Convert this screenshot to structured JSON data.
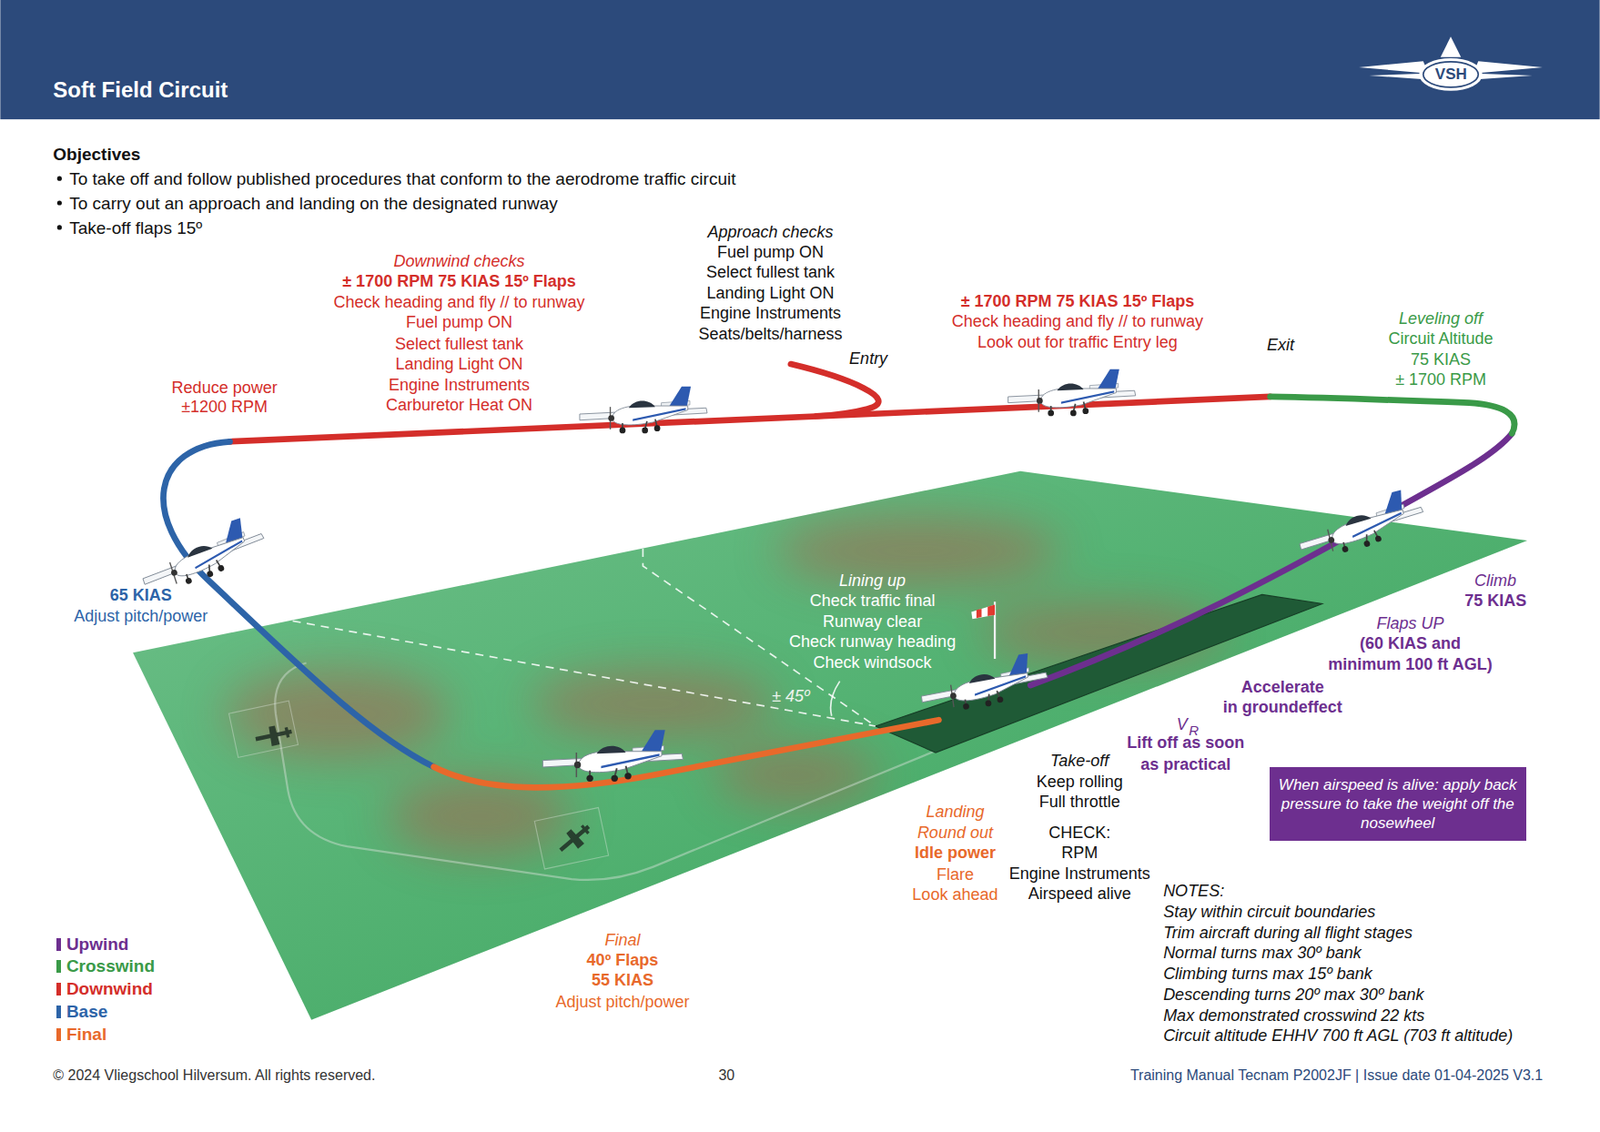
{
  "diagram": {
    "title": "Soft Field Circuit",
    "nodes": [
      {
        "text": [
          "When airspeed is alive: apply back pressure to take the weight off the nosewheel"
        ]
      }
    ],
    "labels": [
      "VSH",
      "Objectives",
      "To take off and follow published procedures that conform to the aerodrome traffic circuit",
      "To carry out an approach and landing on the designated runway",
      "Take-off flaps 15º",
      "Downwind checks",
      "± 1700 RPM 75 KIAS 15º Flaps",
      "Check heading and fly // to runway",
      "Fuel pump ON",
      "Select fullest tank",
      "Landing Light ON",
      "Engine Instruments",
      "Carburetor Heat ON",
      "Approach checks",
      "Fuel pump ON",
      "Select fullest tank",
      "Landing Light ON",
      "Engine Instruments",
      "Seats/belts/harness",
      "Entry",
      "± 1700 RPM 75 KIAS 15º Flaps",
      "Check heading and fly // to runway",
      "Look out for traffic Entry leg",
      "Exit",
      "Leveling off",
      "Circuit Altitude",
      "75 KIAS",
      "± 1700 RPM",
      "Reduce power",
      "±1200 RPM",
      "65 KIAS",
      "Adjust pitch/power",
      "Lining up",
      "Check traffic final",
      "Runway clear",
      "Check runway heading",
      "Check windsock",
      "± 45º",
      "Climb",
      "75 KIAS",
      "Flaps UP",
      "(60 KIAS and",
      "minimum 100 ft AGL)",
      "Accelerate",
      "in groundeffect",
      "V",
      "R",
      "Lift off as soon",
      "as practical",
      "Take-off",
      "Keep rolling",
      "Full throttle",
      "CHECK:",
      "RPM",
      "Engine Instruments",
      "Airspeed alive",
      "Landing",
      "Round out",
      "Idle power",
      "Flare",
      "Look ahead",
      "Final",
      "40º Flaps",
      "55 KIAS",
      "Adjust pitch/power",
      "NOTES:",
      "Stay within circuit boundaries",
      "Trim aircraft during all flight stages",
      "Normal turns max 30º bank",
      "Climbing turns max 15º bank",
      "Descending turns 20º max 30º bank",
      "Max demonstrated crosswind 22 kts",
      "Circuit altitude EHHV 700 ft AGL (703 ft altitude)",
      "© 2024 Vliegschool Hilversum. All rights reserved.",
      "30",
      "Training Manual Tecnam P2002JF | Issue date 01-04-2025 V3.1"
    ],
    "legend": [
      {
        "text": "Upwind",
        "color": "#6d2f8f"
      },
      {
        "text": "Crosswind",
        "color": "#3a9a48"
      },
      {
        "text": "Downwind",
        "color": "#d42e2a"
      },
      {
        "text": "Base",
        "color": "#2d64a8"
      },
      {
        "text": "Final",
        "color": "#e8692b"
      }
    ]
  }
}
